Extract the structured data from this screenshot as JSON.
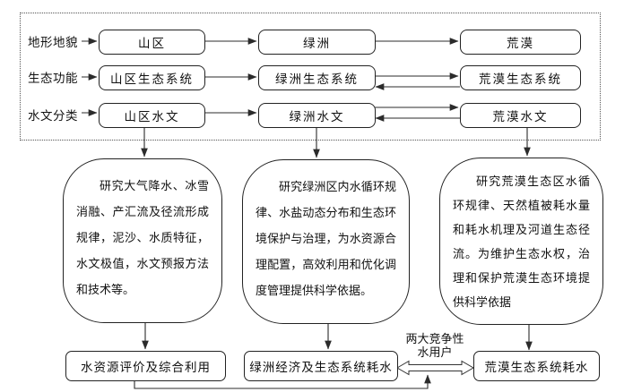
{
  "matrix": {
    "row_labels": [
      "地形地貌",
      "生态功能",
      "水文分类"
    ],
    "cells": [
      [
        "山区",
        "绿洲",
        "荒漠"
      ],
      [
        "山区生态系统",
        "绿洲生态系统",
        "荒漠生态系统"
      ],
      [
        "山区水文",
        "绿洲水文",
        "荒漠水文"
      ]
    ]
  },
  "research": [
    "研究大气降水、冰雪消融、产汇流及径流形成规律，泥沙、水质特征，水文极值，水文预报方法和技术等。",
    "研究绿洲区内水循环规律、水盐动态分布和生态环境保护与治理，为水资源合理配置，高效利用和优化调度管理提供科学依据。",
    "研究荒漠生态区水循环规律、天然植被耗水量和耗水机理及河道生态径流。为维护生态水权，治理和保护荒漠生态环境提供科学依据"
  ],
  "bottom": {
    "boxes": [
      "水资源评价及综合利用",
      "绿洲经济及生态系统耗水",
      "荒漠生态系统耗水"
    ],
    "competing_line1": "两大竞争性",
    "competing_line2": "水用户"
  },
  "colors": {
    "background": "#ffffff",
    "line": "#2b2b2b",
    "box_border": "#222222",
    "text": "#111111"
  }
}
